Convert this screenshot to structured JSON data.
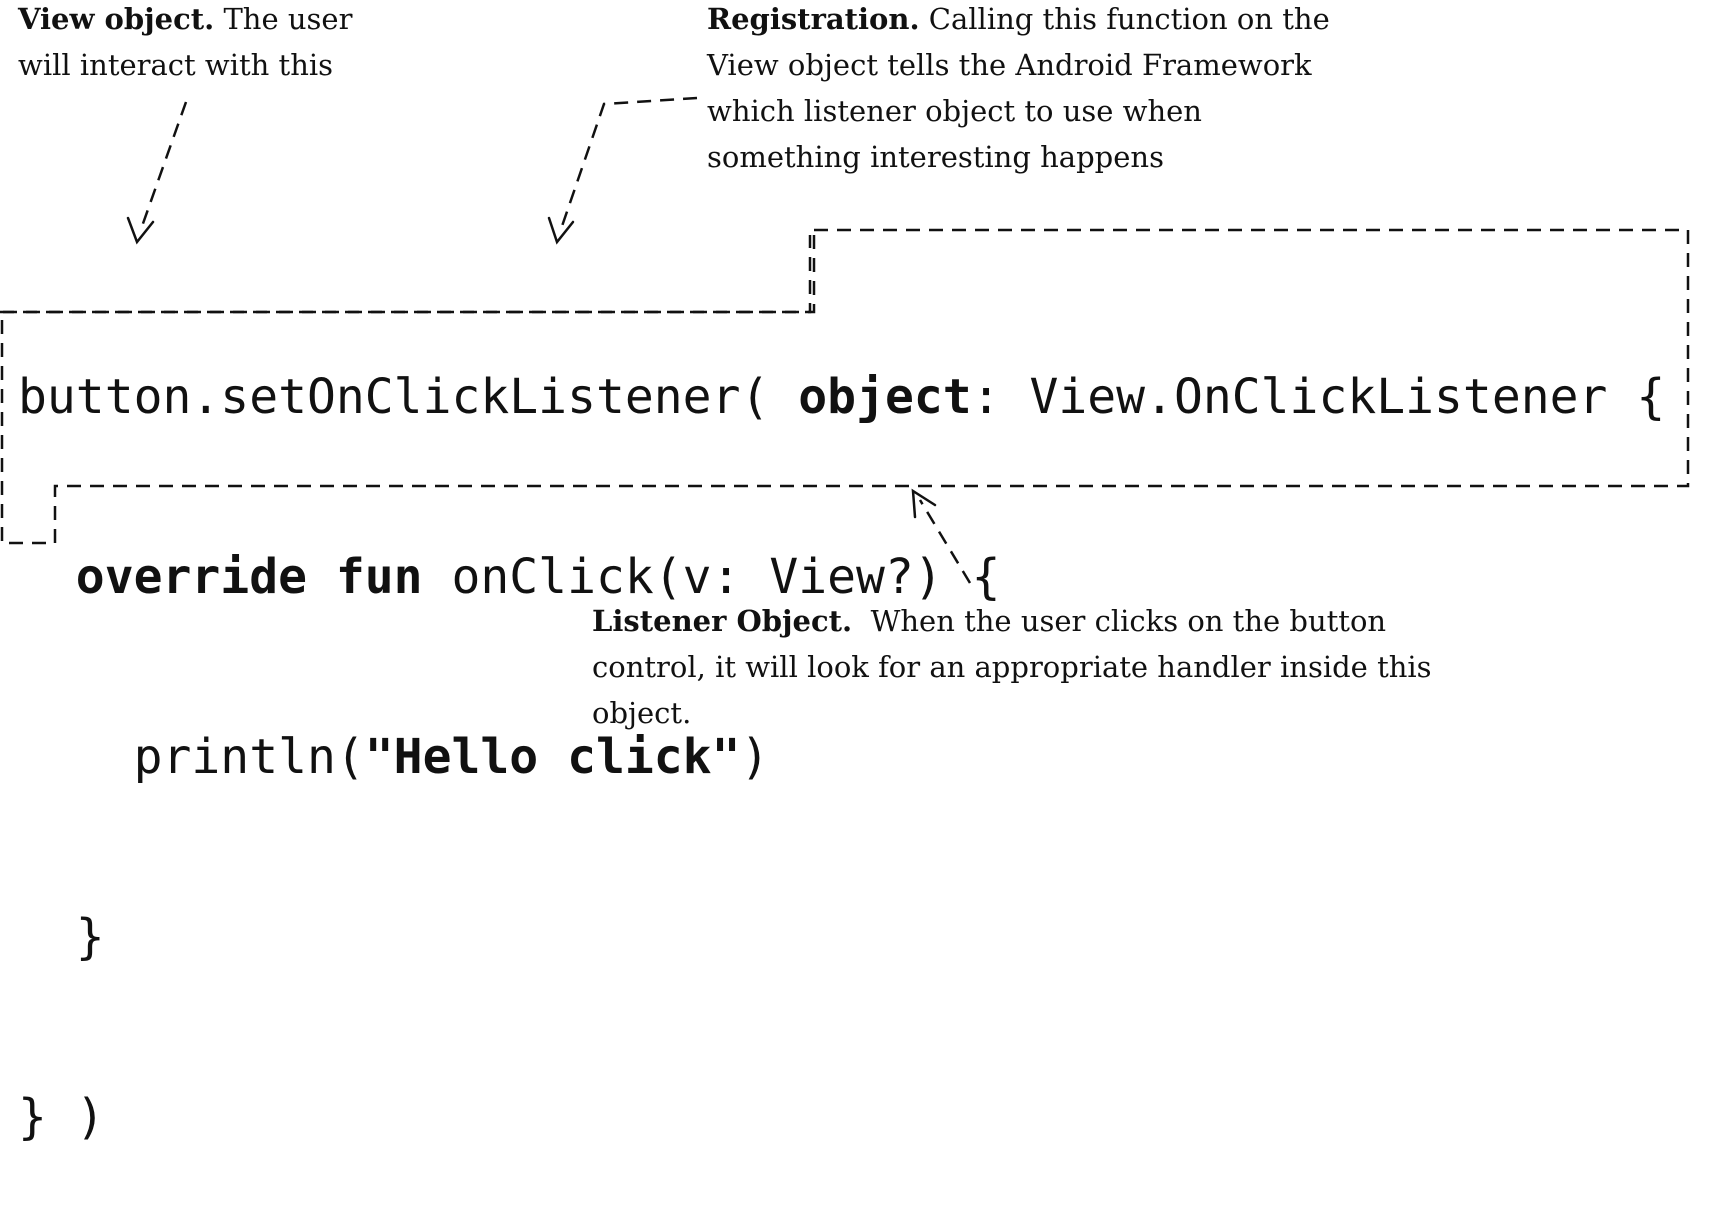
{
  "annotations": {
    "view_object": {
      "label": "View object.",
      "line1": "The user",
      "line2": "will interact with this"
    },
    "registration": {
      "label": "Registration.",
      "line1": "Calling this function on the",
      "line2": "View object tells the Android Framework",
      "line3": "which listener object to use when",
      "line4": "something interesting happens"
    },
    "listener_object": {
      "label": "Listener Object.",
      "line1": "When the user clicks on the button",
      "line2": "control, it will look for an appropriate handler inside this",
      "line3": "object."
    }
  },
  "code": {
    "line1_call": "button.setOnClickListener(",
    "line1_keyword": "object",
    "line1_type": ": View.OnClickListener",
    "line1_brace": "{",
    "line2_keywords": "override fun",
    "line2_rest": " onClick(v: View?) {",
    "line3_pre": "println(",
    "line3_string": "\"Hello click\"",
    "line3_post": ")",
    "line4": "}",
    "line5_brace": "}",
    "line5_paren": ")"
  },
  "colors": {
    "text": "#111111",
    "background": "#ffffff"
  }
}
